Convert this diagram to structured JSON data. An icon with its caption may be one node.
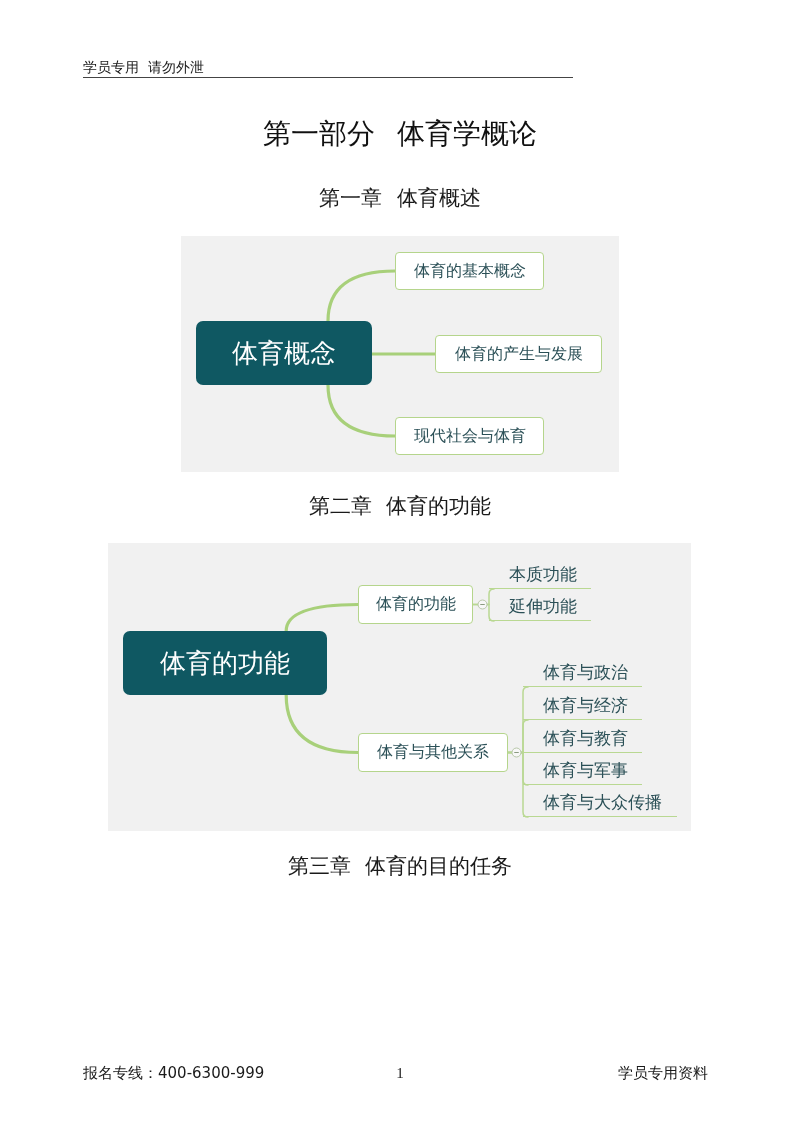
{
  "diagram": {
    "title": "第一部分 体育学概论",
    "nodes": [
      {
        "text": [
          "体育概念"
        ]
      },
      {
        "text": [
          "体育的基本概念"
        ]
      },
      {
        "text": [
          "体育的产生与发展"
        ]
      },
      {
        "text": [
          "现代社会与体育"
        ]
      },
      {
        "text": [
          "体育的功能"
        ]
      },
      {
        "text": [
          "体育的功能"
        ]
      },
      {
        "text": [
          "体育与其他关系"
        ]
      },
      {
        "text": [
          "本质功能"
        ]
      },
      {
        "text": [
          "延伸功能"
        ]
      },
      {
        "text": [
          "体育与政治"
        ]
      },
      {
        "text": [
          "体育与经济"
        ]
      },
      {
        "text": [
          "体育与教育"
        ]
      },
      {
        "text": [
          "体育与军事"
        ]
      },
      {
        "text": [
          "体育与大众传播"
        ]
      }
    ],
    "edges": [
      {
        "from": 0,
        "to": 1,
        "arrow": "none",
        "style": "thick"
      },
      {
        "from": 0,
        "to": 2,
        "arrow": "none",
        "style": "thick"
      },
      {
        "from": 0,
        "to": 3,
        "arrow": "none",
        "style": "thick"
      },
      {
        "from": 4,
        "to": 5,
        "arrow": "none",
        "style": "thick"
      },
      {
        "from": 4,
        "to": 6,
        "arrow": "none",
        "style": "thick"
      },
      {
        "from": 5,
        "to": 7,
        "arrow": "none"
      },
      {
        "from": 5,
        "to": 8,
        "arrow": "none"
      },
      {
        "from": 6,
        "to": 9,
        "arrow": "none"
      },
      {
        "from": 6,
        "to": 10,
        "arrow": "none"
      },
      {
        "from": 6,
        "to": 11,
        "arrow": "none"
      },
      {
        "from": 6,
        "to": 12,
        "arrow": "none"
      },
      {
        "from": 6,
        "to": 13,
        "arrow": "none"
      }
    ],
    "labels": [
      "学员专用 请勿外泄",
      "第一章 体育概述",
      "第二章 体育的功能",
      "第三章 体育的目的任务",
      "报名专线：400-6300-999",
      "1",
      "学员专用资料"
    ]
  }
}
